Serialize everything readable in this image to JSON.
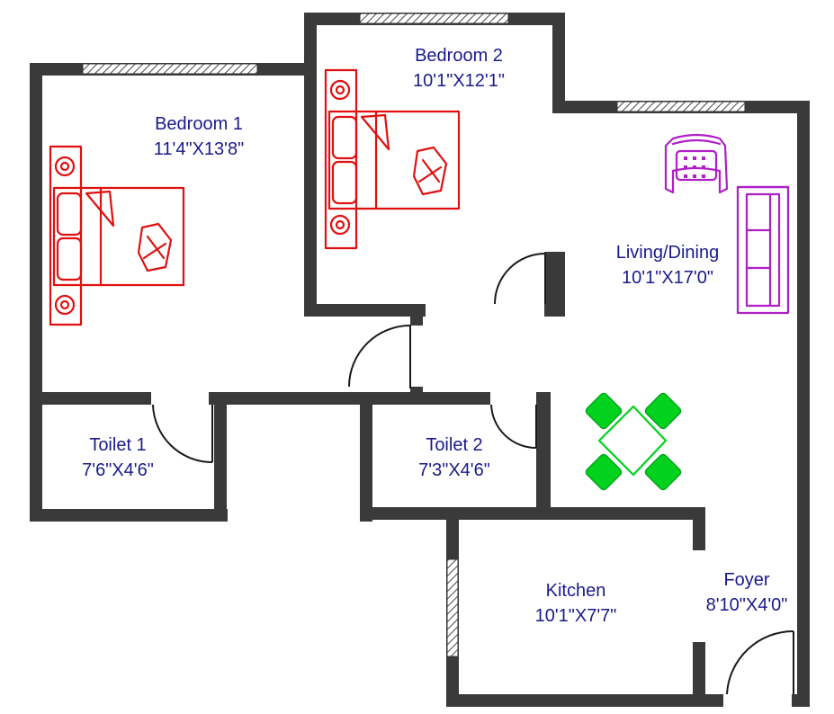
{
  "colors": {
    "wall": "#3a3a3a",
    "label": "#1a1a8c",
    "bed": "#e01010",
    "sofa": "#b01ec8",
    "dining": "#00d21e",
    "window_hatch": "#555555"
  },
  "rooms": {
    "bedroom1": {
      "name": "Bedroom 1",
      "size": "11'4\"X13'8\""
    },
    "bedroom2": {
      "name": "Bedroom 2",
      "size": "10'1\"X12'1\""
    },
    "living": {
      "name": "Living/Dining",
      "size": "10'1\"X17'0\""
    },
    "toilet1": {
      "name": "Toilet 1",
      "size": "7'6\"X4'6\""
    },
    "toilet2": {
      "name": "Toilet 2",
      "size": "7'3\"X4'6\""
    },
    "kitchen": {
      "name": "Kitchen",
      "size": "10'1\"X7'7\""
    },
    "foyer": {
      "name": "Foyer",
      "size": "8'10\"X4'0\""
    }
  },
  "icons": {
    "bed": "double-bed-icon",
    "armchair": "armchair-icon",
    "sofa": "sofa-icon",
    "dining": "dining-table-icon",
    "door": "door-swing-icon",
    "window": "window-hatch-icon"
  }
}
